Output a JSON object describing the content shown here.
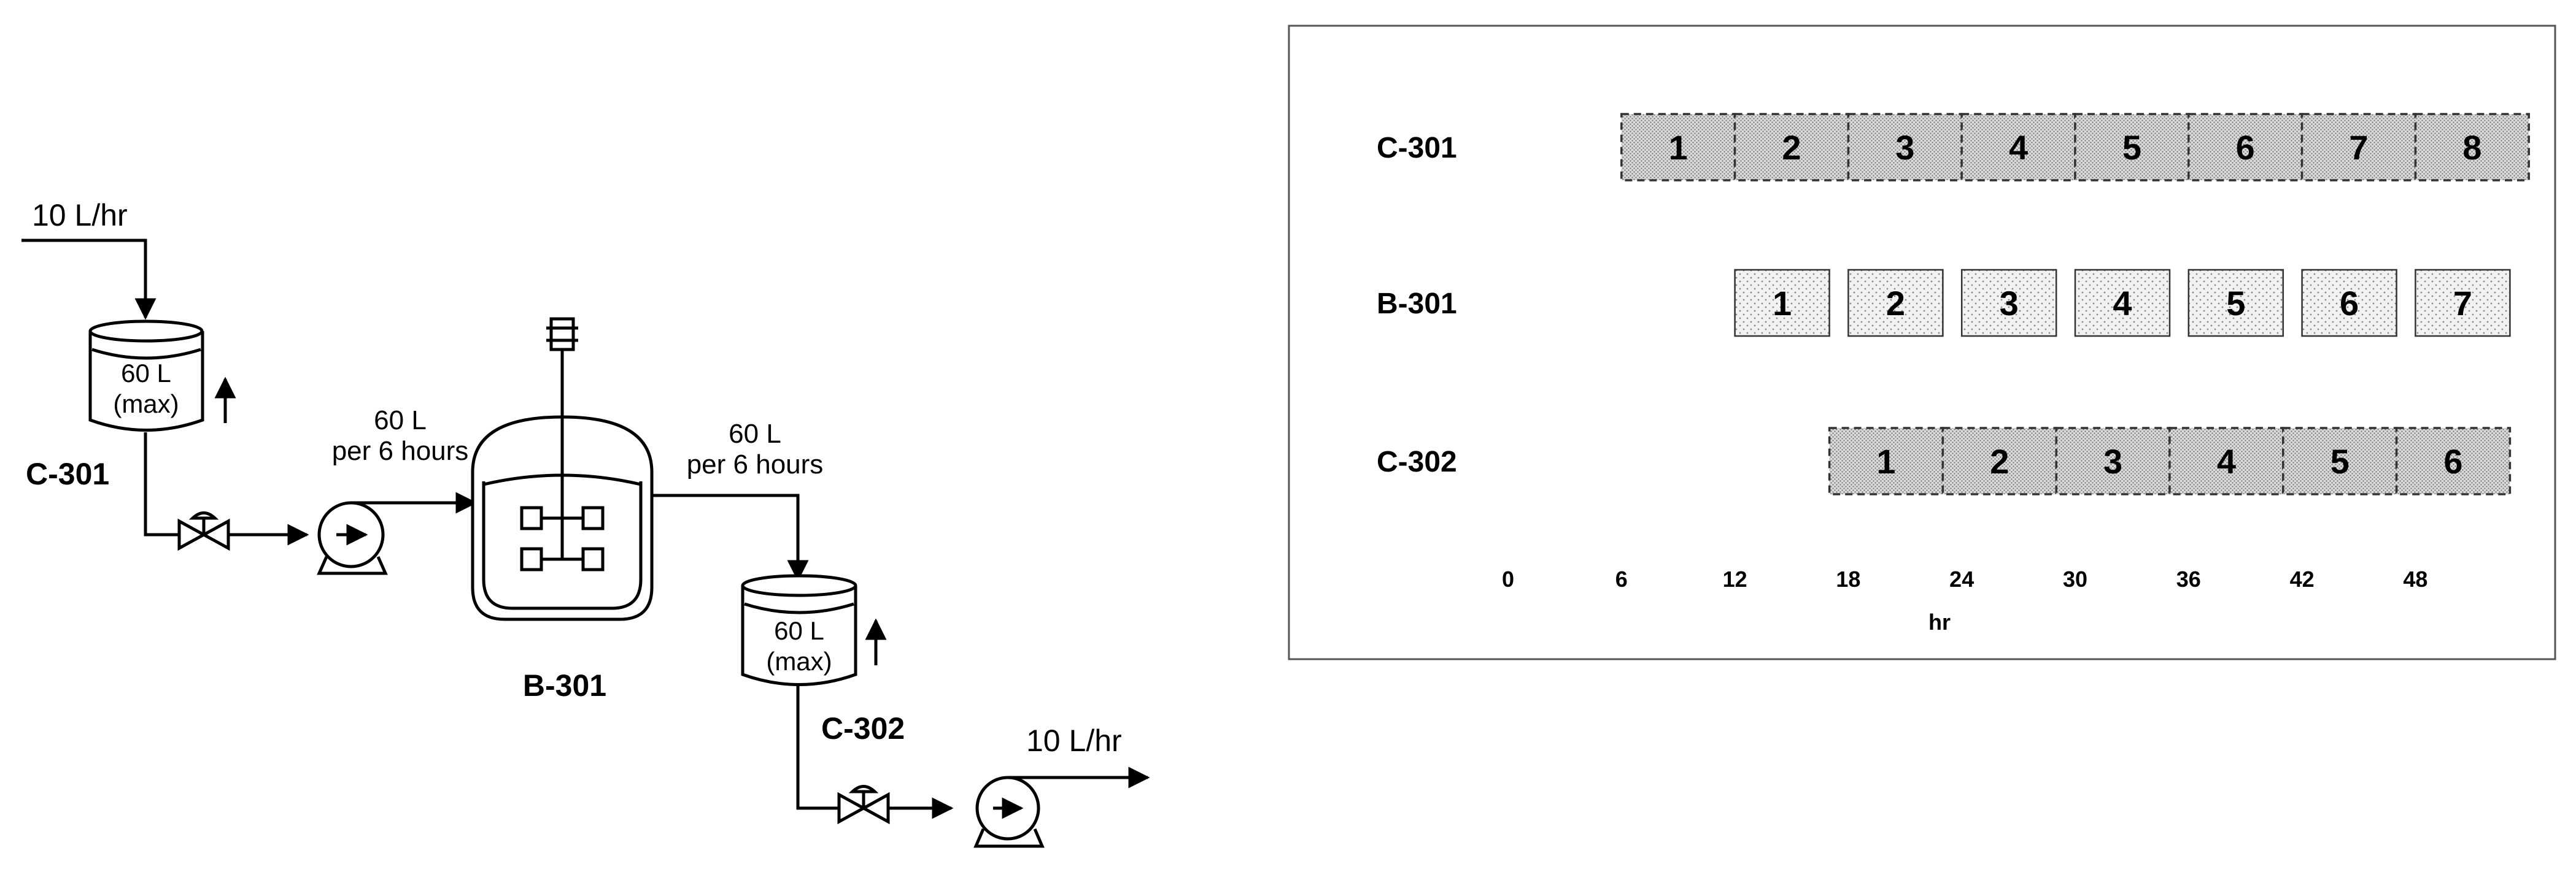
{
  "process": {
    "inlet_flow": "10 L/hr",
    "outlet_flow": "10 L/hr",
    "c301": {
      "label": "C-301",
      "capacity": "60 L",
      "capacity_note": "(max)"
    },
    "c302": {
      "label": "C-302",
      "capacity": "60 L",
      "capacity_note": "(max)"
    },
    "b301": {
      "label": "B-301"
    },
    "transfer_in": {
      "line1": "60 L",
      "line2": "per 6 hours"
    },
    "transfer_out": {
      "line1": "60 L",
      "line2": "per 6 hours"
    }
  },
  "schedule": {
    "rows": [
      {
        "label": "C-301",
        "batches": [
          "1",
          "2",
          "3",
          "4",
          "5",
          "6",
          "7",
          "8"
        ],
        "start": 6,
        "duration": 6,
        "gap": 0,
        "style": "dense-dashed"
      },
      {
        "label": "B-301",
        "batches": [
          "1",
          "2",
          "3",
          "4",
          "5",
          "6",
          "7"
        ],
        "start": 12,
        "duration": 5,
        "gap": 1,
        "style": "sparse-solid"
      },
      {
        "label": "C-302",
        "batches": [
          "1",
          "2",
          "3",
          "4",
          "5",
          "6"
        ],
        "start": 17,
        "duration": 6,
        "gap": 0,
        "style": "dense-dashed"
      }
    ],
    "axis": {
      "ticks": [
        "0",
        "6",
        "12",
        "18",
        "24",
        "30",
        "36",
        "42",
        "48"
      ],
      "unit": "hr"
    }
  }
}
